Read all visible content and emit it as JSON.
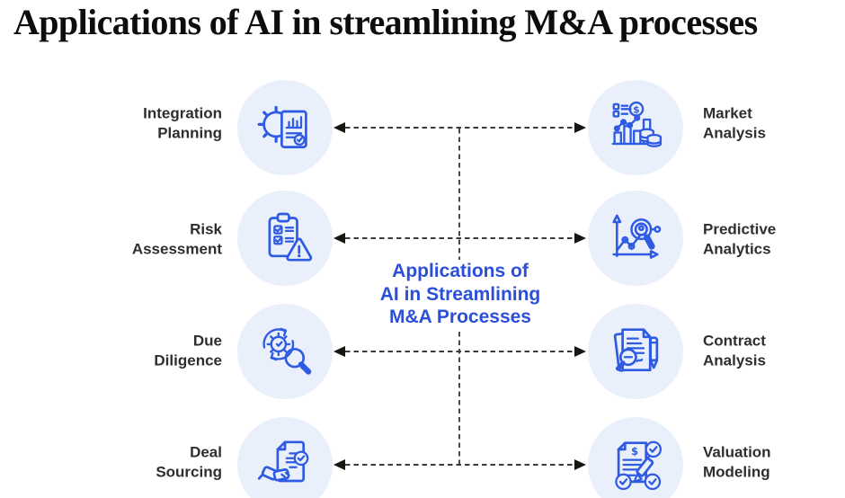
{
  "title": "Applications of AI in streamlining M&A processes",
  "center_label": {
    "lines": [
      "Applications of",
      "AI in Streamlining",
      "M&A Processes"
    ]
  },
  "items": {
    "left": [
      {
        "id": "integration-planning",
        "lines": [
          "Integration",
          "Planning"
        ],
        "icon": "gear-document-chart-icon"
      },
      {
        "id": "risk-assessment",
        "lines": [
          "Risk",
          "Assessment"
        ],
        "icon": "clipboard-checklist-warning-icon"
      },
      {
        "id": "due-diligence",
        "lines": [
          "Due",
          "Diligence"
        ],
        "icon": "gear-sync-magnifier-icon"
      },
      {
        "id": "deal-sourcing",
        "lines": [
          "Deal",
          "Sourcing"
        ],
        "icon": "handshake-contract-icon"
      }
    ],
    "right": [
      {
        "id": "market-analysis",
        "lines": [
          "Market",
          "Analysis"
        ],
        "icon": "bar-chart-coins-icon"
      },
      {
        "id": "predictive-analytics",
        "lines": [
          "Predictive",
          "Analytics"
        ],
        "icon": "trend-chart-magnifier-icon"
      },
      {
        "id": "contract-analysis",
        "lines": [
          "Contract",
          "Analysis"
        ],
        "icon": "document-magnifier-pen-icon"
      },
      {
        "id": "valuation-modeling",
        "lines": [
          "Valuation",
          "Modeling"
        ],
        "icon": "document-pencil-checks-icon"
      }
    ]
  },
  "colors": {
    "icon_stroke": "#2e5be2",
    "icon_circle_fill": "#e9effb",
    "center_text": "#2b4fd7",
    "label_text": "#2e2e2e",
    "connector_line": "#3b3b3b",
    "arrowhead": "#161616",
    "title_text": "#0d0d0d",
    "background": "#ffffff"
  }
}
